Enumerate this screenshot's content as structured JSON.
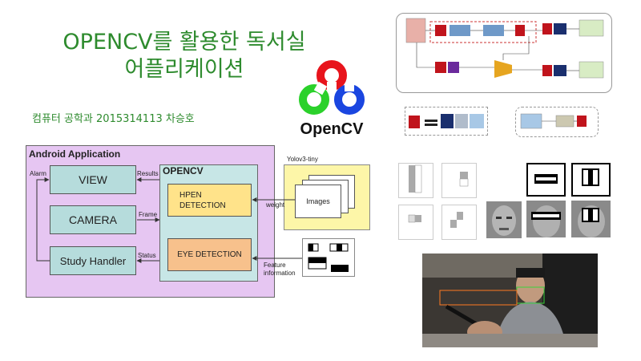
{
  "slide": {
    "title_line1": "OPENCV를 활용한 독서실",
    "title_line2": "어플리케이션",
    "author": "컴퓨터 공학과 2015314113 차승호"
  },
  "logo": {
    "text": "OpenCV"
  },
  "diagram": {
    "android_title": "Android Application",
    "view": "VIEW",
    "camera": "CAMERA",
    "study_handler": "Study Handler",
    "opencv_title": "OPENCV",
    "hpen_detection": "HPEN DETECTION",
    "eye_detection": "EYE DETECTION",
    "alarm": "Alarm",
    "results": "Results",
    "frame": "Frame",
    "status": "Status",
    "weight": "weight",
    "feature_info": "Feature information",
    "yolo_label": "Yolov3-tiny",
    "images": "Images"
  },
  "colors": {
    "title_green": "#2e8b2e",
    "android_bg": "#e6c6f2",
    "opencv_bg": "#c7e6e6",
    "module_teal": "#b6dcdc",
    "hpen_yellow": "#ffe38a",
    "eye_orange": "#f7c18c",
    "yolo_bg": "#fdf6a8"
  }
}
